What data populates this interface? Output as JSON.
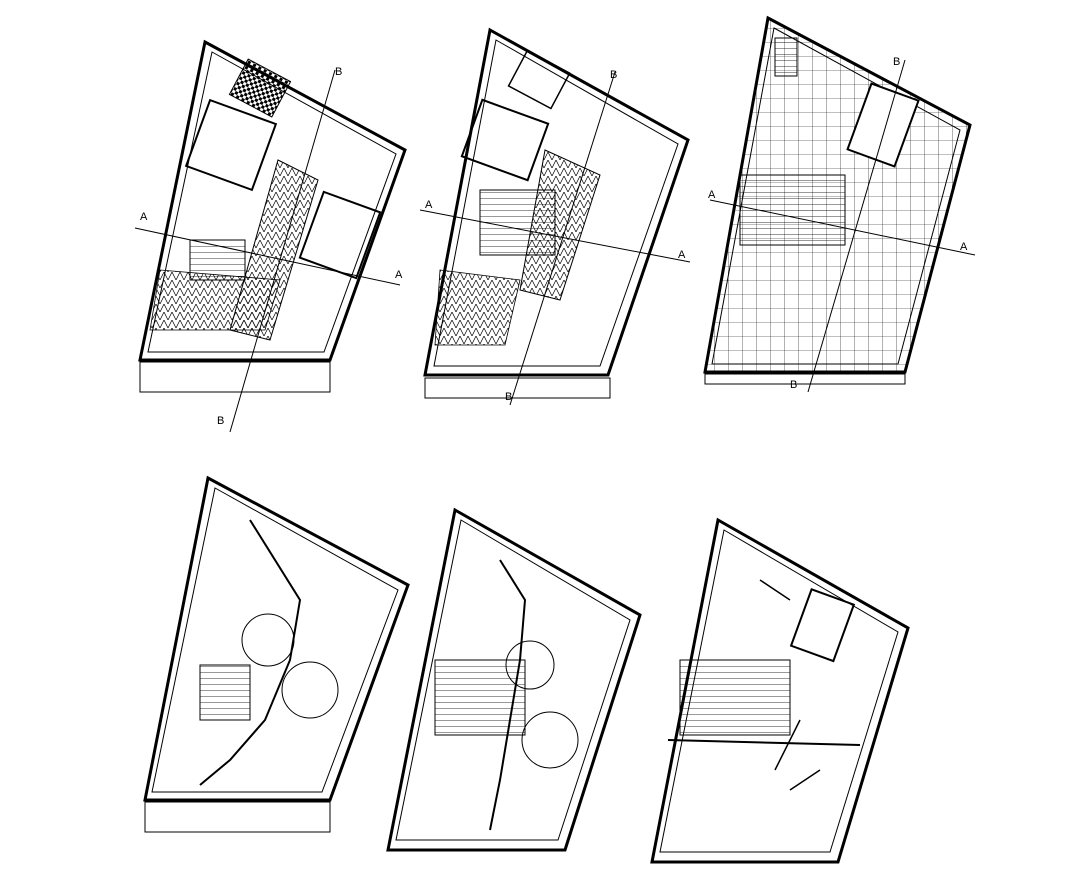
{
  "sheet": {
    "background": "#ffffff",
    "line_color": "#000000",
    "plans": [
      {
        "id": "plan-1",
        "kind": "architectural-floor",
        "section_marks": [
          "A",
          "A",
          "B",
          "B"
        ]
      },
      {
        "id": "plan-2",
        "kind": "architectural-floor",
        "section_marks": [
          "A",
          "A",
          "B",
          "B"
        ]
      },
      {
        "id": "plan-3",
        "kind": "architectural-roof",
        "section_marks": [
          "A",
          "A",
          "B",
          "B"
        ]
      },
      {
        "id": "plan-4",
        "kind": "plumbing-layout",
        "section_marks": []
      },
      {
        "id": "plan-5",
        "kind": "plumbing-layout",
        "section_marks": []
      },
      {
        "id": "plan-6",
        "kind": "plumbing-layout",
        "section_marks": []
      }
    ]
  }
}
